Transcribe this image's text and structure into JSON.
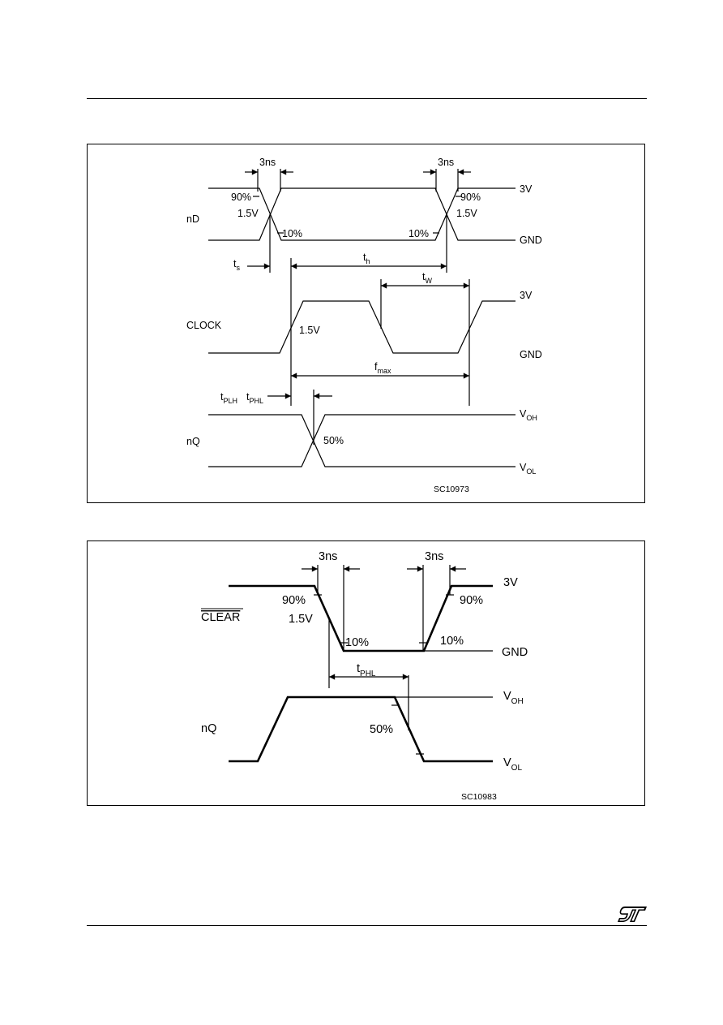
{
  "figure1": {
    "signals": {
      "nd": "nD",
      "clock": "CLOCK",
      "nq": "nQ"
    },
    "levels": {
      "high": "3V",
      "gnd": "GND",
      "voh": "V",
      "voh_sub": "OH",
      "vol": "V",
      "vol_sub": "OL"
    },
    "rise_time": "3ns",
    "fall_time": "3ns",
    "pct_90": "90%",
    "pct_10": "10%",
    "threshold": "1.5V",
    "pct_50": "50%",
    "ts": "t",
    "ts_sub": "s",
    "th": "t",
    "th_sub": "h",
    "tw": "t",
    "tw_sub": "W",
    "fmax": "f",
    "fmax_sub": "max",
    "tplh": "t",
    "tplh_sub": "PLH",
    "tphl": "t",
    "tphl_sub": "PHL",
    "code": "SC10973"
  },
  "figure2": {
    "signals": {
      "clear": "CLEAR",
      "nq": "nQ"
    },
    "levels": {
      "high": "3V",
      "gnd": "GND",
      "voh": "V",
      "voh_sub": "OH",
      "vol": "V",
      "vol_sub": "OL"
    },
    "fall_time": "3ns",
    "rise_time": "3ns",
    "pct_90": "90%",
    "pct_10": "10%",
    "threshold": "1.5V",
    "pct_50": "50%",
    "tphl": "t",
    "tphl_sub": "PHL",
    "code": "SC10983"
  },
  "logo": "ST"
}
